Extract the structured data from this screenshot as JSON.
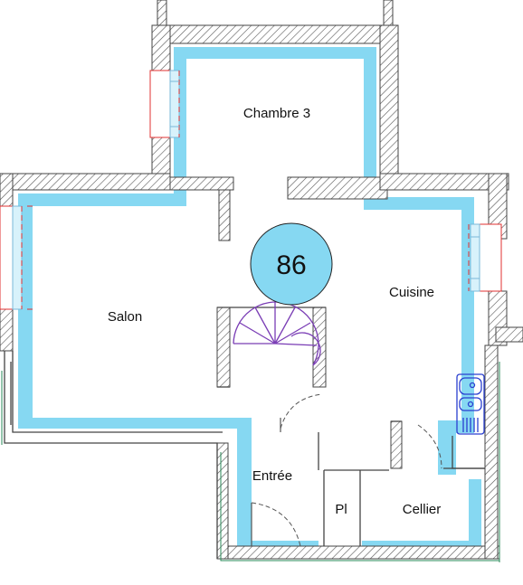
{
  "plan": {
    "badge": {
      "value": "86",
      "color": "#86d8f2"
    },
    "rooms": {
      "chambre": "Chambre 3",
      "salon": "Salon",
      "cuisine": "Cuisine",
      "entree": "Entrée",
      "pl": "Pl",
      "cellier": "Cellier"
    },
    "colors": {
      "floor_band": "#86d8f2",
      "wall_hatch": "#555555",
      "window_frame": "#e23030",
      "stair": "#7a3db5",
      "fixture": "#2a3fd0",
      "outline": "#2a8a5a"
    }
  }
}
